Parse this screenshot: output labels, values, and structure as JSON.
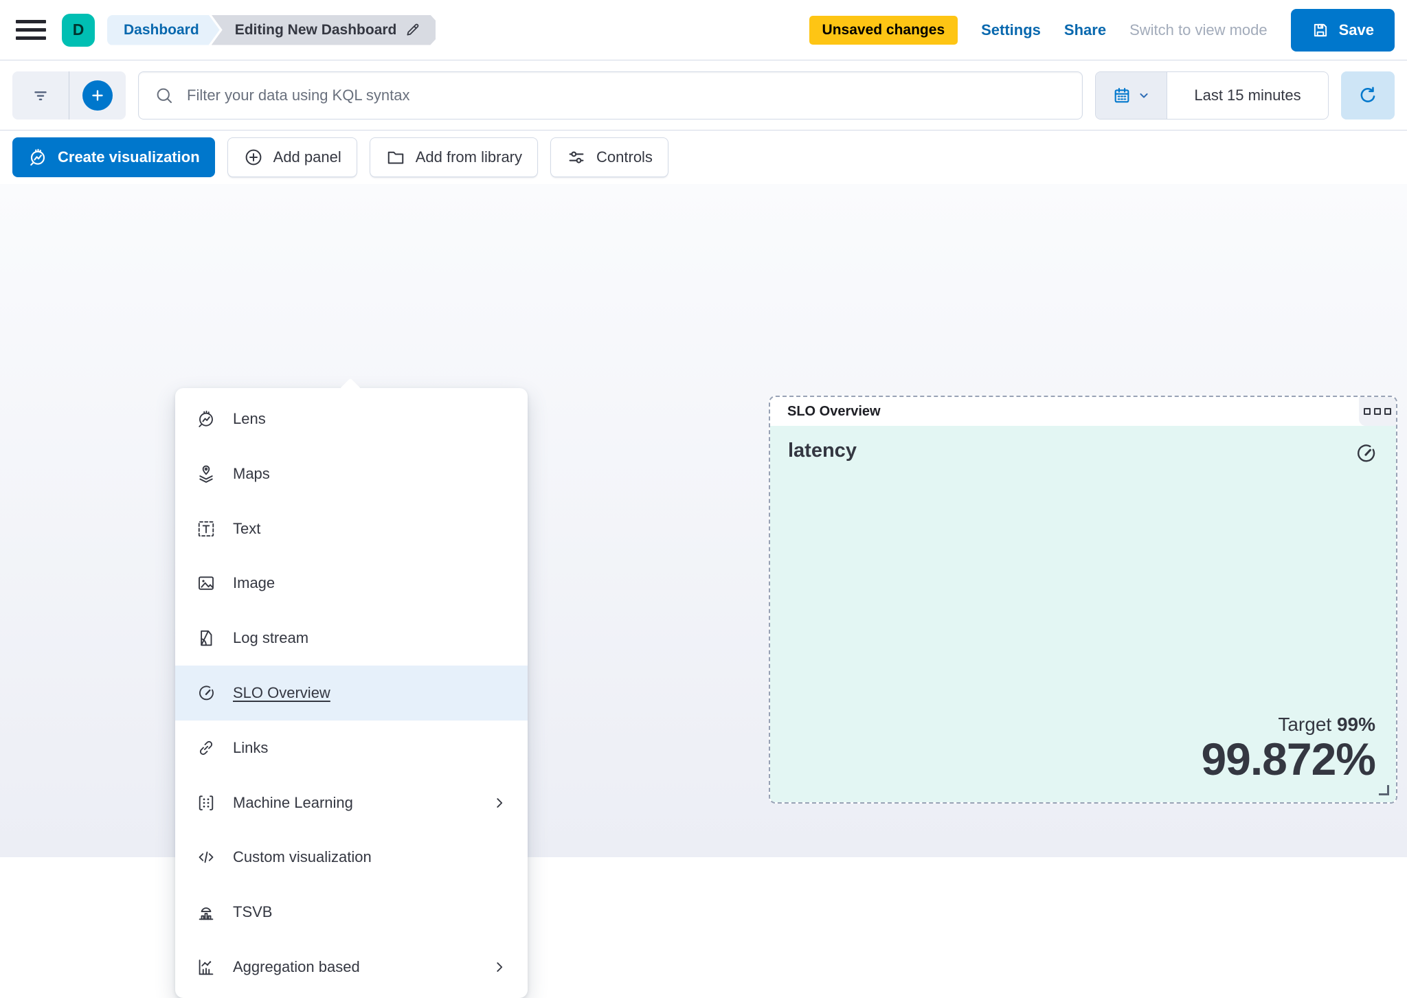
{
  "header": {
    "avatar_initial": "D",
    "breadcrumbs": [
      {
        "label": "Dashboard"
      },
      {
        "label": "Editing New Dashboard"
      }
    ],
    "unsaved_badge": "Unsaved changes",
    "settings_label": "Settings",
    "share_label": "Share",
    "view_mode_label": "Switch to view mode",
    "save_label": "Save"
  },
  "query_bar": {
    "search_placeholder": "Filter your data using KQL syntax",
    "time_range": "Last 15 minutes"
  },
  "toolbar": {
    "create_visualization_label": "Create visualization",
    "add_panel_label": "Add panel",
    "add_from_library_label": "Add from library",
    "controls_label": "Controls"
  },
  "add_panel_menu": {
    "items": [
      {
        "label": "Lens",
        "icon": "lens-icon"
      },
      {
        "label": "Maps",
        "icon": "maps-icon"
      },
      {
        "label": "Text",
        "icon": "text-icon"
      },
      {
        "label": "Image",
        "icon": "image-icon"
      },
      {
        "label": "Log stream",
        "icon": "log-stream-icon"
      },
      {
        "label": "SLO Overview",
        "icon": "gauge-icon",
        "selected": true
      },
      {
        "label": "Links",
        "icon": "link-icon"
      },
      {
        "label": "Machine Learning",
        "icon": "machine-learning-icon",
        "has_submenu": true
      },
      {
        "label": "Custom visualization",
        "icon": "code-icon"
      },
      {
        "label": "TSVB",
        "icon": "tsvb-icon"
      },
      {
        "label": "Aggregation based",
        "icon": "aggregation-icon",
        "has_submenu": true
      }
    ]
  },
  "slo_panel": {
    "title": "SLO Overview",
    "metric_label": "latency",
    "target_label": "Target",
    "target_value": "99%",
    "value": "99.872%"
  },
  "colors": {
    "primary_blue": "#0077CC",
    "link_blue": "#0868AE",
    "badge_yellow": "#FEC514",
    "avatar_teal": "#00BFB3",
    "panel_mint": "#E3F6F3",
    "text_dark": "#343741",
    "border_gray": "#D3DAE6"
  }
}
